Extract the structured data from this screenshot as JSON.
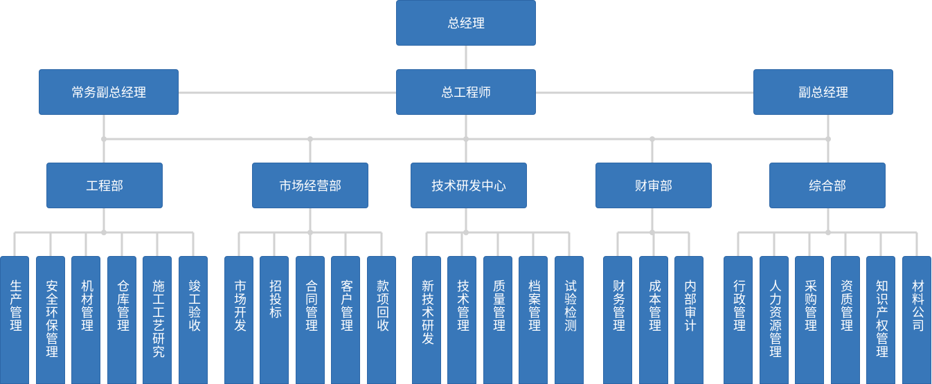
{
  "colors": {
    "box": "#3877b9",
    "border": "#2d66a6",
    "line": "#d2d2d2",
    "text": "#ffffff"
  },
  "top": {
    "gm": "总经理",
    "vp_exec": "常务副总经理",
    "chief_engineer": "总工程师",
    "vp": "副总经理"
  },
  "departments": [
    {
      "name": "工程部",
      "units": [
        "生产管理",
        "安全环保管理",
        "机材管理",
        "仓库管理",
        "施工工艺研究",
        "竣工验收"
      ]
    },
    {
      "name": "市场经营部",
      "units": [
        "市场开发",
        "招投标",
        "合同管理",
        "客户管理",
        "款项回收"
      ]
    },
    {
      "name": "技术研发中心",
      "units": [
        "新技术研发",
        "技术管理",
        "质量管理",
        "档案管理",
        "试验检测"
      ]
    },
    {
      "name": "财审部",
      "units": [
        "财务管理",
        "成本管理",
        "内部审计"
      ]
    },
    {
      "name": "综合部",
      "units": [
        "行政管理",
        "人力资源管理",
        "采购管理",
        "资质管理",
        "知识产权管理",
        "材料公司"
      ]
    }
  ]
}
